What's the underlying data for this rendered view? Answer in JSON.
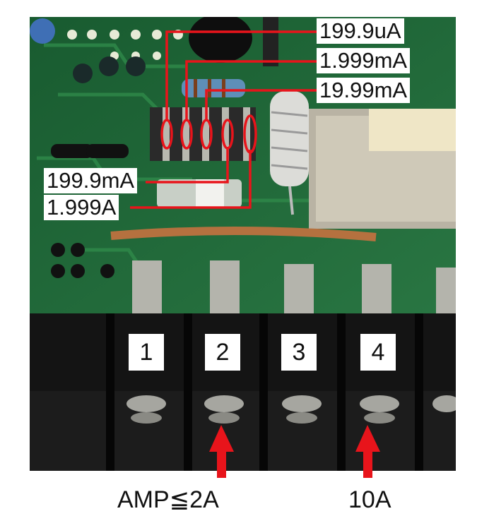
{
  "range_labels": {
    "ua_199_9": "199.9uA",
    "ma_1_999": "1.999mA",
    "ma_19_99": "19.99mA",
    "ma_199_9": "199.9mA",
    "a_1_999": "1.999A"
  },
  "terminals": [
    "1",
    "2",
    "3",
    "4"
  ],
  "bottom_labels": {
    "amp": "AMP≦2A",
    "ten_amp": "10A"
  },
  "colors": {
    "annotation_red": "#e8141b",
    "pcb_green": "#1f6b3a",
    "terminal_black": "#141414"
  }
}
